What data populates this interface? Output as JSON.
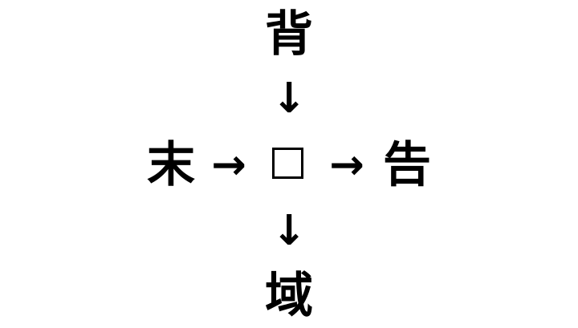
{
  "puzzle": {
    "top": "背",
    "left": "末",
    "right": "告",
    "bottom": "域",
    "arrow_down": "↓",
    "arrow_right": "→"
  },
  "colors": {
    "background": "#ffffff",
    "text": "#000000"
  }
}
